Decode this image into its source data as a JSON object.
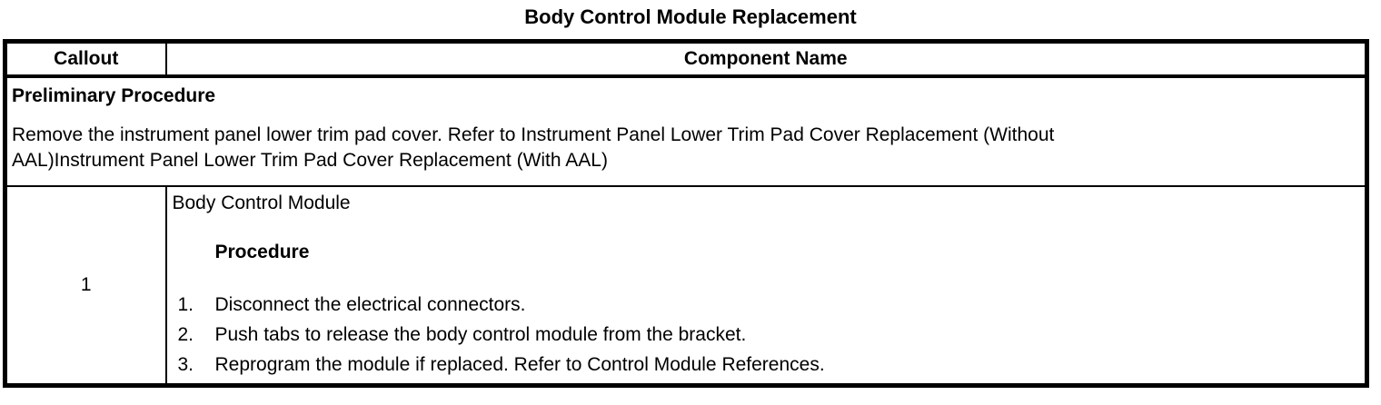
{
  "title": "Body Control Module Replacement",
  "table": {
    "headers": {
      "callout": "Callout",
      "component": "Component Name"
    },
    "preliminary": {
      "title": "Preliminary Procedure",
      "text": "Remove the instrument panel lower trim pad cover. Refer to Instrument Panel Lower Trim Pad Cover Replacement (Without AAL)Instrument Panel Lower Trim Pad Cover Replacement (With AAL)"
    },
    "row1": {
      "callout": "1",
      "component": "Body Control Module",
      "procedure_heading": "Procedure",
      "steps": [
        {
          "num": "1.",
          "text": "Disconnect the electrical connectors."
        },
        {
          "num": "2.",
          "text": "Push tabs to release the body control module from the bracket."
        },
        {
          "num": "3.",
          "text": "Reprogram the module if replaced. Refer to Control Module References."
        }
      ]
    }
  }
}
